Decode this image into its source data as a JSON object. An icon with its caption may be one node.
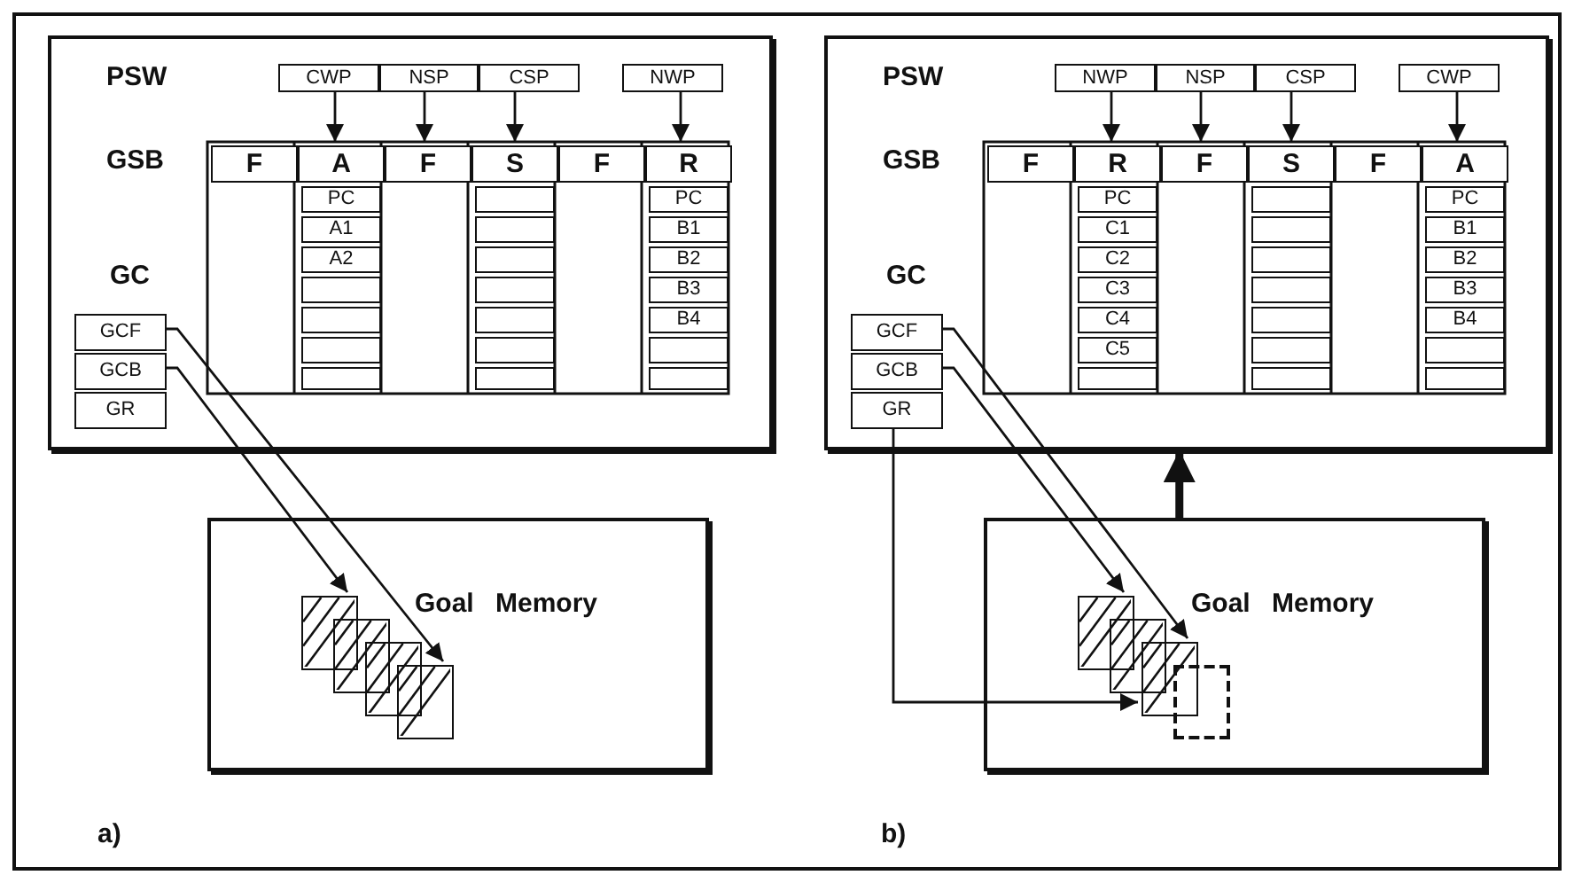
{
  "diagram": {
    "nodes": [
      {
        "text": [],
        "shape": "box"
      },
      {
        "text": [
          "CWP"
        ],
        "in": 0
      },
      {
        "text": [
          "NSP"
        ],
        "in": 0
      },
      {
        "text": [
          "CSP"
        ],
        "in": 0
      },
      {
        "text": [
          "NWP"
        ],
        "in": 0
      },
      {
        "text": [
          "F"
        ],
        "in": 0
      },
      {
        "text": [
          "A"
        ],
        "in": 0
      },
      {
        "text": [
          "F"
        ],
        "in": 0
      },
      {
        "text": [
          "S"
        ],
        "in": 0
      },
      {
        "text": [
          "F"
        ],
        "in": 0
      },
      {
        "text": [
          "R"
        ],
        "in": 0
      },
      {
        "text": [
          "PC"
        ],
        "in": 0
      },
      {
        "text": [
          "A1"
        ],
        "in": 0
      },
      {
        "text": [
          "A2"
        ],
        "in": 0
      },
      {
        "text": [],
        "shape": "box",
        "in": 0
      },
      {
        "text": [],
        "shape": "box",
        "in": 0
      },
      {
        "text": [],
        "shape": "box",
        "in": 0
      },
      {
        "text": [],
        "shape": "box",
        "in": 0
      },
      {
        "text": [],
        "shape": "box",
        "in": 0
      },
      {
        "text": [],
        "shape": "box",
        "in": 0
      },
      {
        "text": [],
        "shape": "box",
        "in": 0
      },
      {
        "text": [],
        "shape": "box",
        "in": 0
      },
      {
        "text": [],
        "shape": "box",
        "in": 0
      },
      {
        "text": [],
        "shape": "box",
        "in": 0
      },
      {
        "text": [],
        "shape": "box",
        "in": 0
      },
      {
        "text": [
          "PC"
        ],
        "in": 0
      },
      {
        "text": [
          "B1"
        ],
        "in": 0
      },
      {
        "text": [
          "B2"
        ],
        "in": 0
      },
      {
        "text": [
          "B3"
        ],
        "in": 0
      },
      {
        "text": [
          "B4"
        ],
        "in": 0
      },
      {
        "text": [],
        "shape": "box",
        "in": 0
      },
      {
        "text": [],
        "shape": "box",
        "in": 0
      },
      {
        "text": [
          "GCF"
        ],
        "in": 0
      },
      {
        "text": [
          "GCB"
        ],
        "in": 0
      },
      {
        "text": [
          "GR"
        ],
        "in": 0
      },
      {
        "text": [
          "Goal Memory"
        ]
      },
      {
        "text": [],
        "shape": "box",
        "in": 35
      },
      {
        "text": [],
        "shape": "box",
        "in": 35
      },
      {
        "text": [],
        "shape": "box",
        "in": 35
      },
      {
        "text": [],
        "shape": "box",
        "in": 35
      },
      {
        "text": [],
        "shape": "box"
      },
      {
        "text": [
          "NWP"
        ],
        "in": 40
      },
      {
        "text": [
          "NSP"
        ],
        "in": 40
      },
      {
        "text": [
          "CSP"
        ],
        "in": 40
      },
      {
        "text": [
          "CWP"
        ],
        "in": 40
      },
      {
        "text": [
          "F"
        ],
        "in": 40
      },
      {
        "text": [
          "R"
        ],
        "in": 40
      },
      {
        "text": [
          "F"
        ],
        "in": 40
      },
      {
        "text": [
          "S"
        ],
        "in": 40
      },
      {
        "text": [
          "F"
        ],
        "in": 40
      },
      {
        "text": [
          "A"
        ],
        "in": 40
      },
      {
        "text": [
          "PC"
        ],
        "in": 40
      },
      {
        "text": [
          "C1"
        ],
        "in": 40
      },
      {
        "text": [
          "C2"
        ],
        "in": 40
      },
      {
        "text": [
          "C3"
        ],
        "in": 40
      },
      {
        "text": [
          "C4"
        ],
        "in": 40
      },
      {
        "text": [
          "C5"
        ],
        "in": 40
      },
      {
        "text": [],
        "shape": "box",
        "in": 40
      },
      {
        "text": [],
        "shape": "box",
        "in": 40
      },
      {
        "text": [],
        "shape": "box",
        "in": 40
      },
      {
        "text": [],
        "shape": "box",
        "in": 40
      },
      {
        "text": [],
        "shape": "box",
        "in": 40
      },
      {
        "text": [],
        "shape": "box",
        "in": 40
      },
      {
        "text": [],
        "shape": "box",
        "in": 40
      },
      {
        "text": [],
        "shape": "box",
        "in": 40
      },
      {
        "text": [
          "PC"
        ],
        "in": 40
      },
      {
        "text": [
          "B1"
        ],
        "in": 40
      },
      {
        "text": [
          "B2"
        ],
        "in": 40
      },
      {
        "text": [
          "B3"
        ],
        "in": 40
      },
      {
        "text": [
          "B4"
        ],
        "in": 40
      },
      {
        "text": [],
        "shape": "box",
        "in": 40
      },
      {
        "text": [],
        "shape": "box",
        "in": 40
      },
      {
        "text": [
          "GCF"
        ],
        "in": 40
      },
      {
        "text": [
          "GCB"
        ],
        "in": 40
      },
      {
        "text": [
          "GR"
        ],
        "in": 40
      },
      {
        "text": [
          "Goal Memory"
        ]
      },
      {
        "text": [],
        "shape": "box",
        "in": 75
      },
      {
        "text": [],
        "shape": "box",
        "in": 75
      },
      {
        "text": [],
        "shape": "box",
        "in": 75
      },
      {
        "text": [],
        "shape": "box",
        "in": 75
      }
    ],
    "edges": [
      {
        "from": 1,
        "to": 6,
        "arrow": "to"
      },
      {
        "from": 2,
        "to": 7,
        "arrow": "to"
      },
      {
        "from": 3,
        "to": 8,
        "arrow": "to"
      },
      {
        "from": 4,
        "to": 10,
        "arrow": "to"
      },
      {
        "from": 32,
        "to": 39,
        "arrow": "to"
      },
      {
        "from": 33,
        "to": 36,
        "arrow": "to"
      },
      {
        "from": 41,
        "to": 46,
        "arrow": "to"
      },
      {
        "from": 42,
        "to": 47,
        "arrow": "to"
      },
      {
        "from": 43,
        "to": 48,
        "arrow": "to"
      },
      {
        "from": 44,
        "to": 50,
        "arrow": "to"
      },
      {
        "from": 72,
        "to": 78,
        "arrow": "to"
      },
      {
        "from": 73,
        "to": 76,
        "arrow": "to"
      },
      {
        "from": 74,
        "to": 78,
        "arrow": "to"
      },
      {
        "from": 75,
        "to": 40,
        "arrow": "to",
        "style": "thick"
      }
    ],
    "labels": [
      "PSW",
      "GSB",
      "GC",
      "PSW",
      "GSB",
      "GC",
      "a)",
      "b)"
    ]
  }
}
